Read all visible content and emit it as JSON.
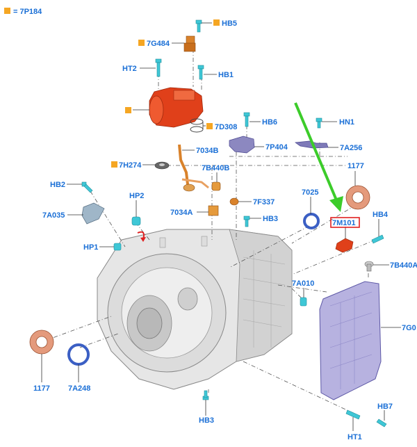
{
  "legend": {
    "text": "= 7P184",
    "color": "#f5a623"
  },
  "highlight_color": "#e02020",
  "arrow_color": "#3ccc2a",
  "labels": {
    "hb5": "HB5",
    "g484": "7G484",
    "ht2": "HT2",
    "hb1": "HB1",
    "d308": "7D308",
    "hb6": "HB6",
    "hn1": "HN1",
    "p404": "7P404",
    "a256": "7A256",
    "b034": "7034B",
    "h274": "7H274",
    "b440b": "7B440B",
    "n1177a": "1177",
    "hb2": "HB2",
    "f337": "7F337",
    "n7025": "7025",
    "a035": "7A035",
    "hp2": "HP2",
    "a034": "7034A",
    "hb3a": "HB3",
    "m101": "7M101",
    "hb4": "HB4",
    "hp1": "HP1",
    "b440a": "7B440A",
    "a010": "7A010",
    "g0": "7G0",
    "n1177b": "1177",
    "a248": "7A248",
    "hb7": "HB7",
    "hb3b": "HB3",
    "ht1": "HT1"
  }
}
